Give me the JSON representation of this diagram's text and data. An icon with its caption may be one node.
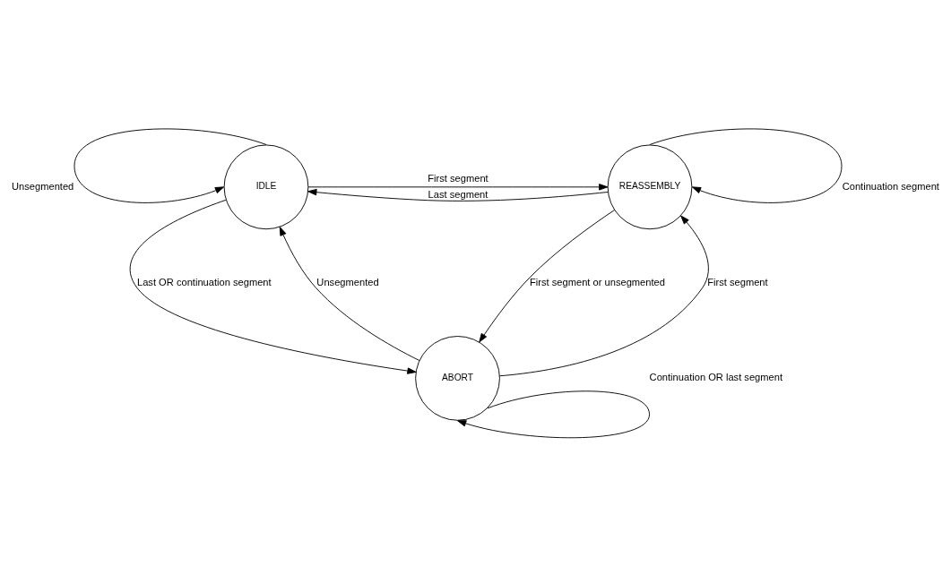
{
  "diagram": {
    "nodes": [
      {
        "text": [
          "IDLE"
        ]
      },
      {
        "text": [
          "REASSEMBLY"
        ]
      },
      {
        "text": [
          "ABORT"
        ]
      }
    ],
    "edges": [
      {
        "from": 0,
        "to": 0,
        "arrow": "to",
        "label": "Unsegmented"
      },
      {
        "from": 0,
        "to": 1,
        "arrow": "to",
        "label": "First segment"
      },
      {
        "from": 1,
        "to": 1,
        "arrow": "to",
        "label": "Continuation segment"
      },
      {
        "from": 1,
        "to": 0,
        "arrow": "to",
        "label": "Last segment"
      },
      {
        "from": 2,
        "to": 0,
        "arrow": "to",
        "label": "Unsegmented"
      },
      {
        "from": 2,
        "to": 1,
        "arrow": "to",
        "label": "First segment"
      },
      {
        "from": 0,
        "to": 2,
        "arrow": "to",
        "label": "Last OR continuation segment"
      },
      {
        "from": 1,
        "to": 2,
        "arrow": "to",
        "label": "First segment or unsegmented"
      },
      {
        "from": 2,
        "to": 2,
        "arrow": "to",
        "label": "Continuation OR last segment"
      }
    ]
  }
}
